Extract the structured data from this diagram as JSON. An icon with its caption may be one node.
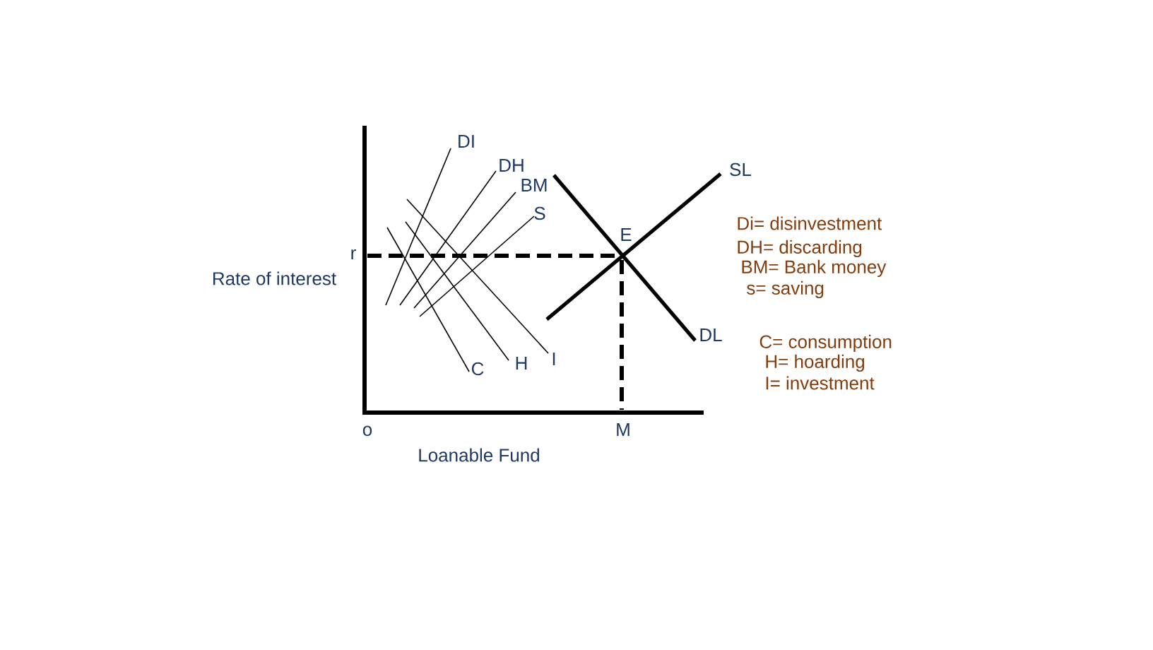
{
  "diagram": {
    "labels": [
      "DI",
      "DH",
      "BM",
      "SL",
      "S",
      "E",
      "Di= disinvestment",
      "r",
      "DH= discarding",
      "Rate of interest",
      "BM= Bank money",
      "s= saving",
      "DL",
      "C= consumption",
      "C",
      "H",
      "I",
      "H= hoarding",
      "I= investment",
      "o",
      "M",
      "Loanable Fund"
    ]
  }
}
